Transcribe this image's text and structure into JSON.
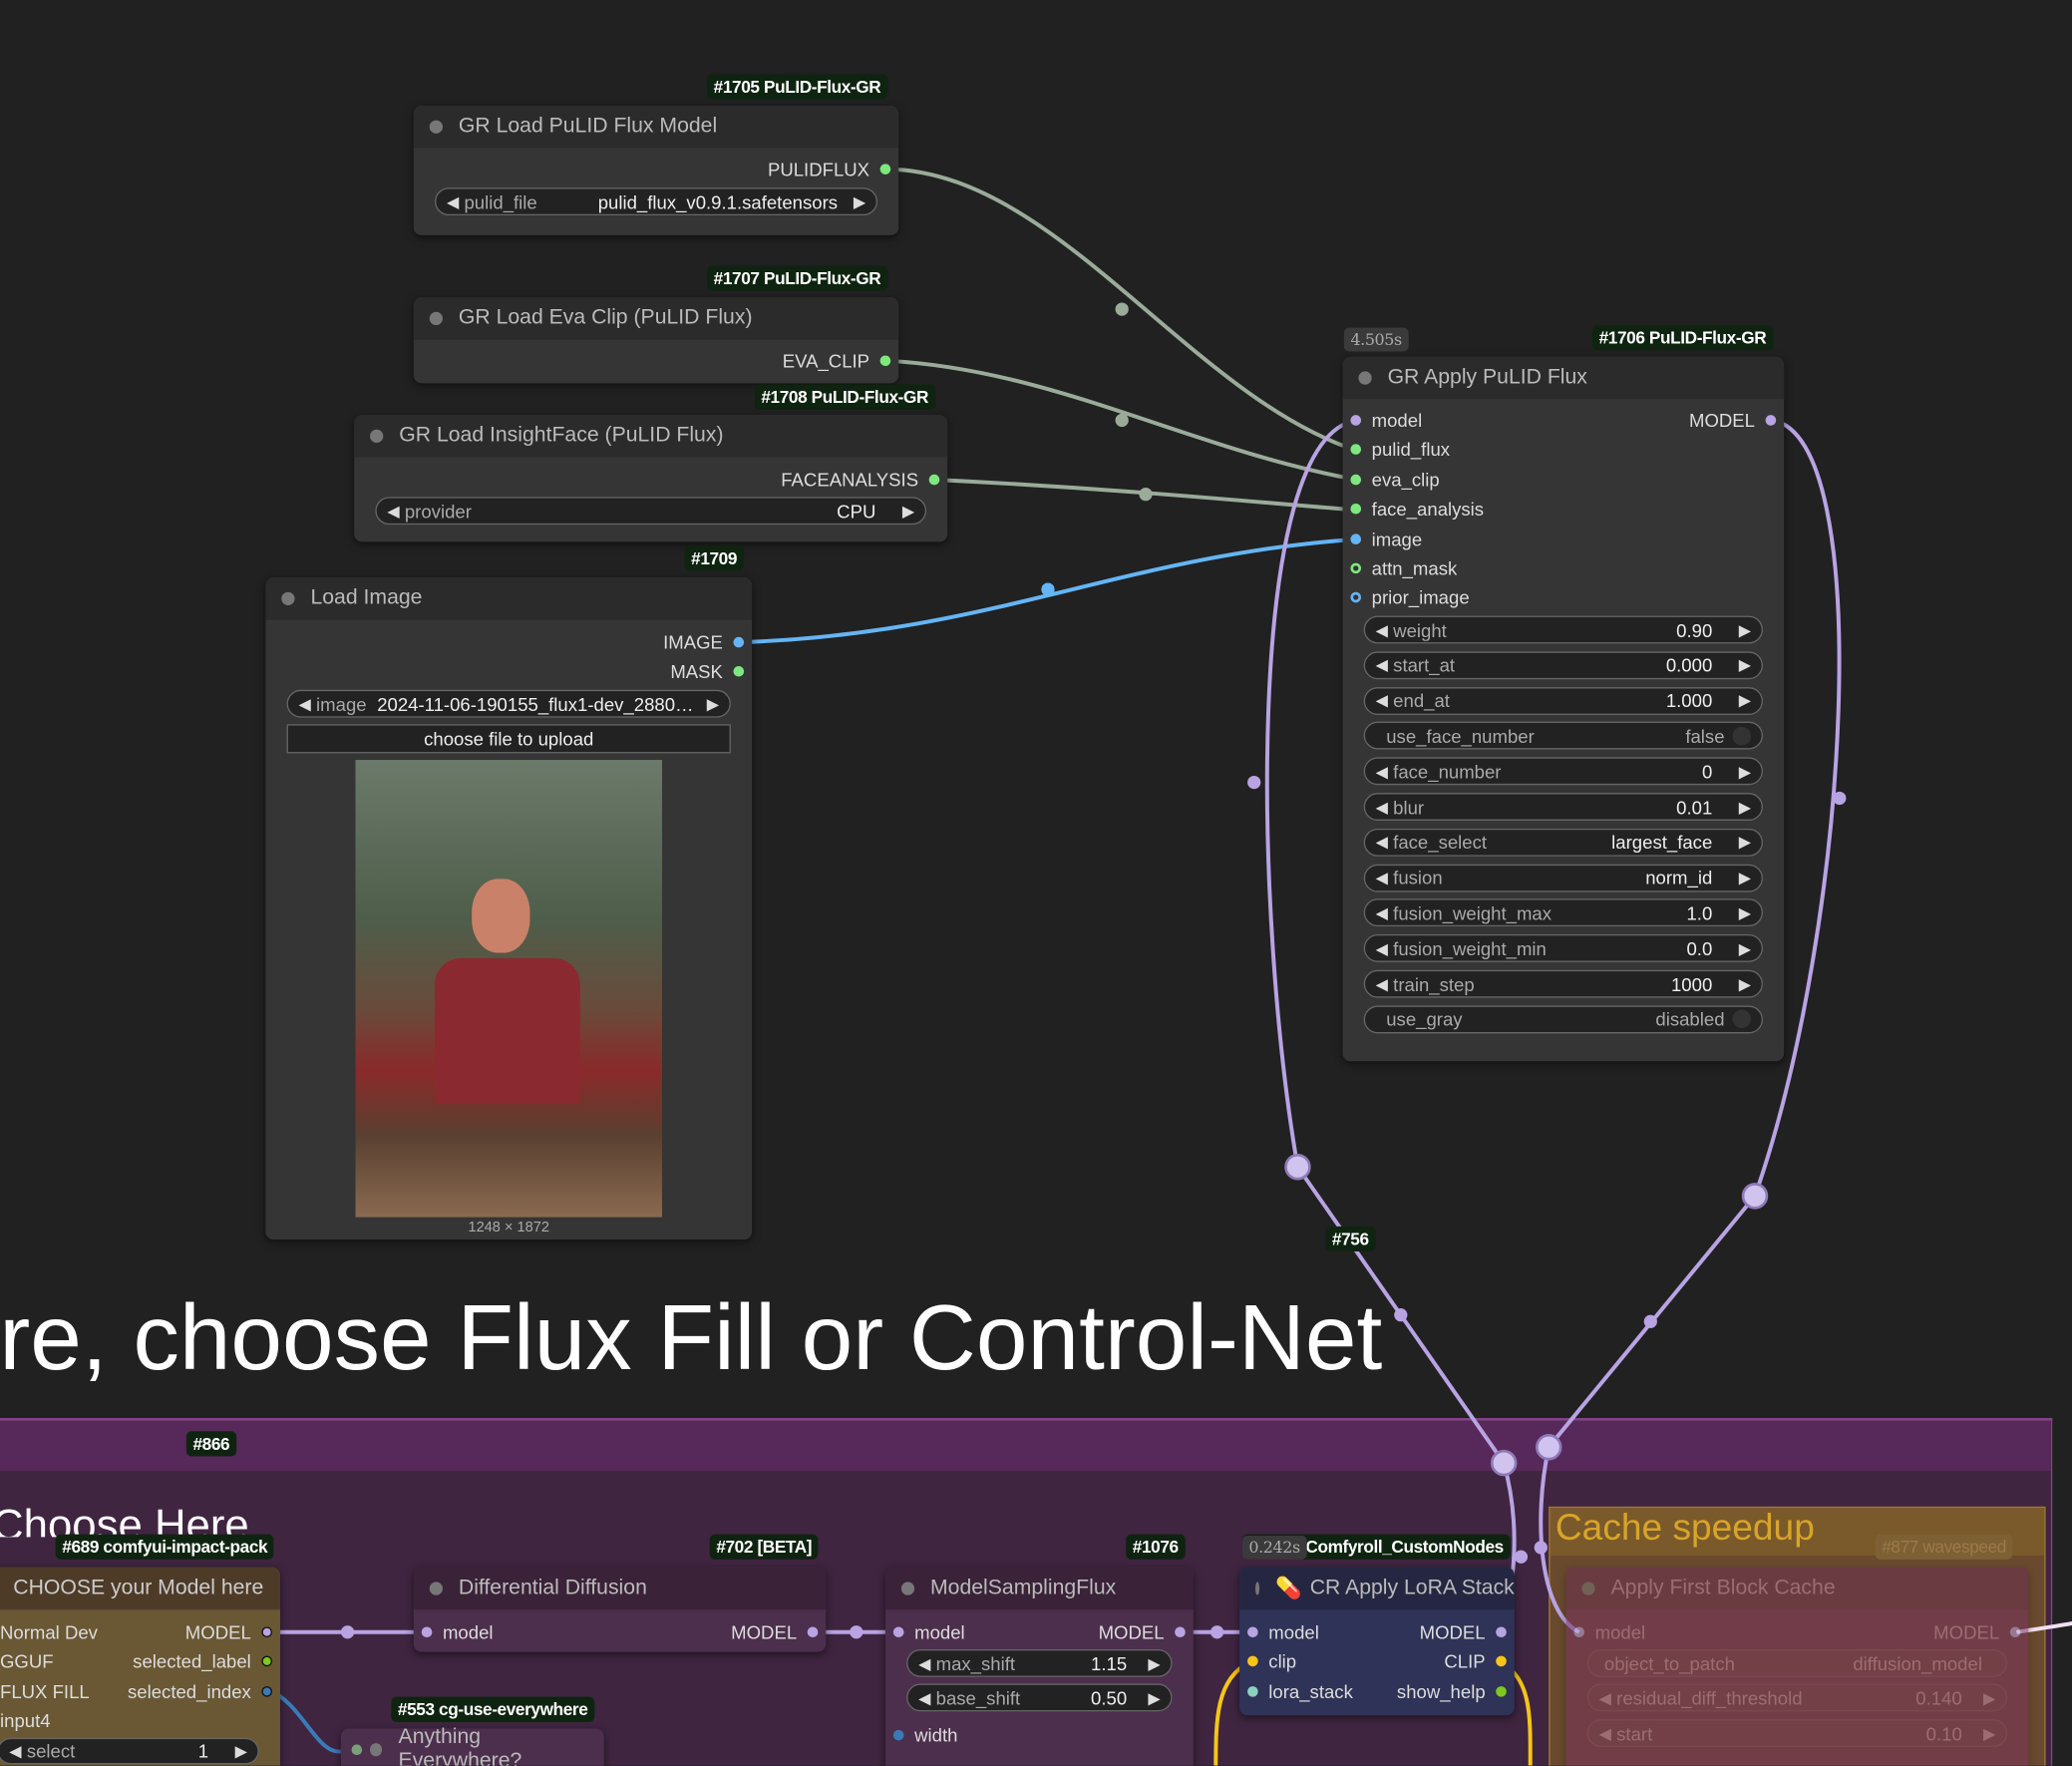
{
  "colors": {
    "model": "#b8a3e3",
    "image": "#64b5f6",
    "green": "#7ee87e",
    "clip": "#f5c518"
  },
  "nodes": {
    "pulid_model": {
      "badge": "#1705 PuLID-Flux-GR",
      "title": "GR Load PuLID Flux Model",
      "output": "PULIDFLUX",
      "widget_label": "pulid_file",
      "widget_value": "pulid_flux_v0.9.1.safetensors"
    },
    "eva_clip": {
      "badge": "#1707 PuLID-Flux-GR",
      "title": "GR Load Eva Clip (PuLID Flux)",
      "output": "EVA_CLIP"
    },
    "insightface": {
      "badge": "#1708 PuLID-Flux-GR",
      "title": "GR Load InsightFace (PuLID Flux)",
      "output": "FACEANALYSIS",
      "widget_label": "provider",
      "widget_value": "CPU"
    },
    "load_image": {
      "badge": "#1709",
      "title": "Load Image",
      "outputs": [
        "IMAGE",
        "MASK"
      ],
      "widget_label": "image",
      "widget_value": "2024-11-06-190155_flux1-dev_2880…",
      "upload": "choose file to upload",
      "dimensions": "1248 × 1872"
    },
    "apply_pulid": {
      "time": "4.505s",
      "badge": "#1706 PuLID-Flux-GR",
      "title": "GR Apply PuLID Flux",
      "inputs": [
        "model",
        "pulid_flux",
        "eva_clip",
        "face_analysis",
        "image",
        "attn_mask",
        "prior_image"
      ],
      "output": "MODEL",
      "widgets": [
        {
          "label": "weight",
          "value": "0.90"
        },
        {
          "label": "start_at",
          "value": "0.000"
        },
        {
          "label": "end_at",
          "value": "1.000"
        },
        {
          "label": "use_face_number",
          "value": "false",
          "toggle": true
        },
        {
          "label": "face_number",
          "value": "0"
        },
        {
          "label": "blur",
          "value": "0.01"
        },
        {
          "label": "face_select",
          "value": "largest_face"
        },
        {
          "label": "fusion",
          "value": "norm_id"
        },
        {
          "label": "fusion_weight_max",
          "value": "1.0"
        },
        {
          "label": "fusion_weight_min",
          "value": "0.0"
        },
        {
          "label": "train_step",
          "value": "1000"
        },
        {
          "label": "use_gray",
          "value": "disabled",
          "toggle": true
        }
      ]
    },
    "reroute": {
      "badge": "#756"
    },
    "choose_model": {
      "badge": "#689 comfyui-impact-pack",
      "title": "CHOOSE your Model here",
      "inputs": [
        "Normal Dev",
        "GGUF",
        "FLUX FILL",
        "input4"
      ],
      "outputs": [
        "MODEL",
        "selected_label",
        "selected_index"
      ],
      "widget_label": "select",
      "widget_value": "1"
    },
    "diff_diffusion": {
      "badge": "#702 [BETA]",
      "title": "Differential Diffusion",
      "input": "model",
      "output": "MODEL"
    },
    "model_sampling": {
      "badge": "#1076",
      "title": "ModelSamplingFlux",
      "input": "model",
      "output": "MODEL",
      "widgets": [
        {
          "label": "max_shift",
          "value": "1.15"
        },
        {
          "label": "base_shift",
          "value": "0.50"
        }
      ],
      "input2": "width"
    },
    "lora_stack": {
      "time": "0.242s",
      "badge": "Comfyroll_CustomNodes",
      "title": "CR Apply LoRA Stack",
      "inputs": [
        "model",
        "clip",
        "lora_stack"
      ],
      "outputs": [
        "MODEL",
        "CLIP",
        "show_help"
      ]
    },
    "anything": {
      "badge": "#553 cg-use-everywhere",
      "title": "Anything Everywhere?"
    },
    "first_block": {
      "title": "Apply First Block Cache",
      "input": "model",
      "output": "MODEL",
      "widgets": [
        {
          "label": "object_to_patch",
          "value": "diffusion_model"
        },
        {
          "label": "residual_diff_threshold",
          "value": "0.140"
        },
        {
          "label": "start",
          "value": "0.10"
        }
      ]
    }
  },
  "groups": {
    "main": {
      "badge": "#866",
      "note": "here, choose Flux Fill or Control-Net",
      "title": "Choose Here"
    },
    "cache": {
      "title": "Cache speedup",
      "badge": "#877 wavespeed"
    }
  }
}
